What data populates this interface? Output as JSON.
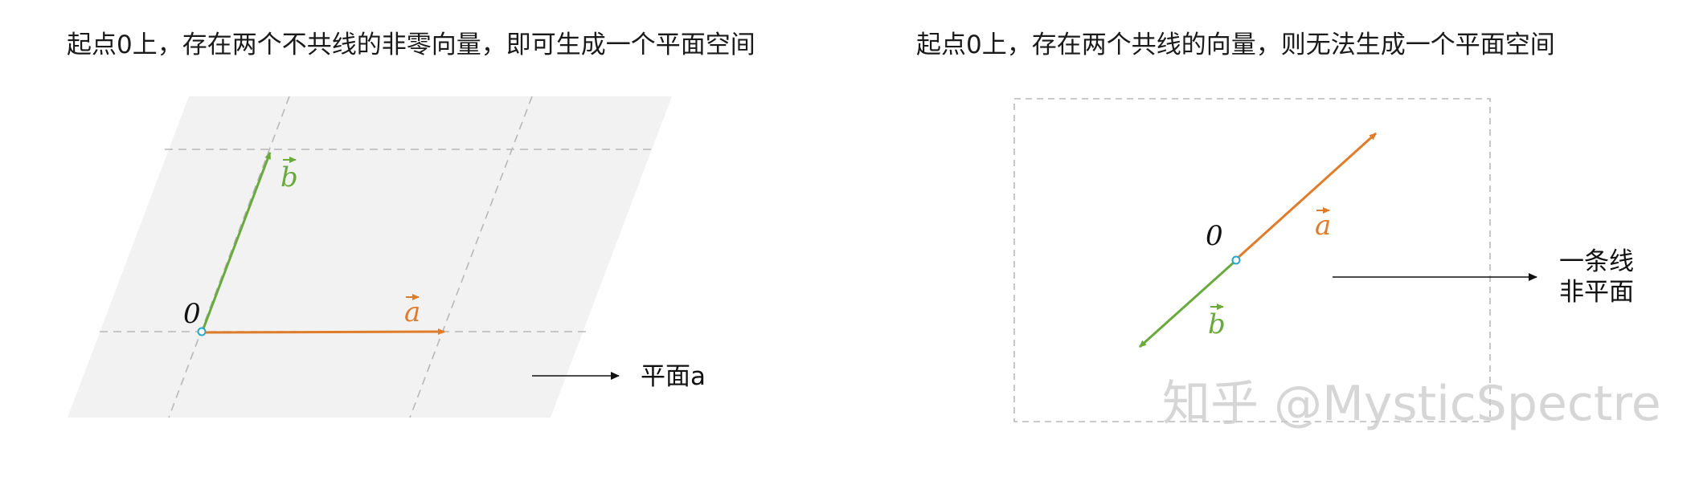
{
  "left_panel": {
    "caption": "起点0上，存在两个不共线的非零向量，即可生成一个平面空间",
    "origin_label": "0",
    "vector_a_label": "a",
    "vector_b_label": "b",
    "plane_label": "平面a"
  },
  "right_panel": {
    "caption": "起点0上，存在两个共线的向量，则无法生成一个平面空间",
    "origin_label": "0",
    "vector_a_label": "a",
    "vector_b_label": "b",
    "note_line1": "一条线",
    "note_line2": "非平面"
  },
  "watermark": "知乎 @MysticSpectre",
  "colors": {
    "vector_a": "#e07b2a",
    "vector_b": "#6aaa3c",
    "plane_fill": "#f2f2f2",
    "dashed": "#b8b8b8",
    "origin_dot": "#2aa6c9",
    "text": "#1a1a1a",
    "watermark": "#c8c8c8"
  }
}
